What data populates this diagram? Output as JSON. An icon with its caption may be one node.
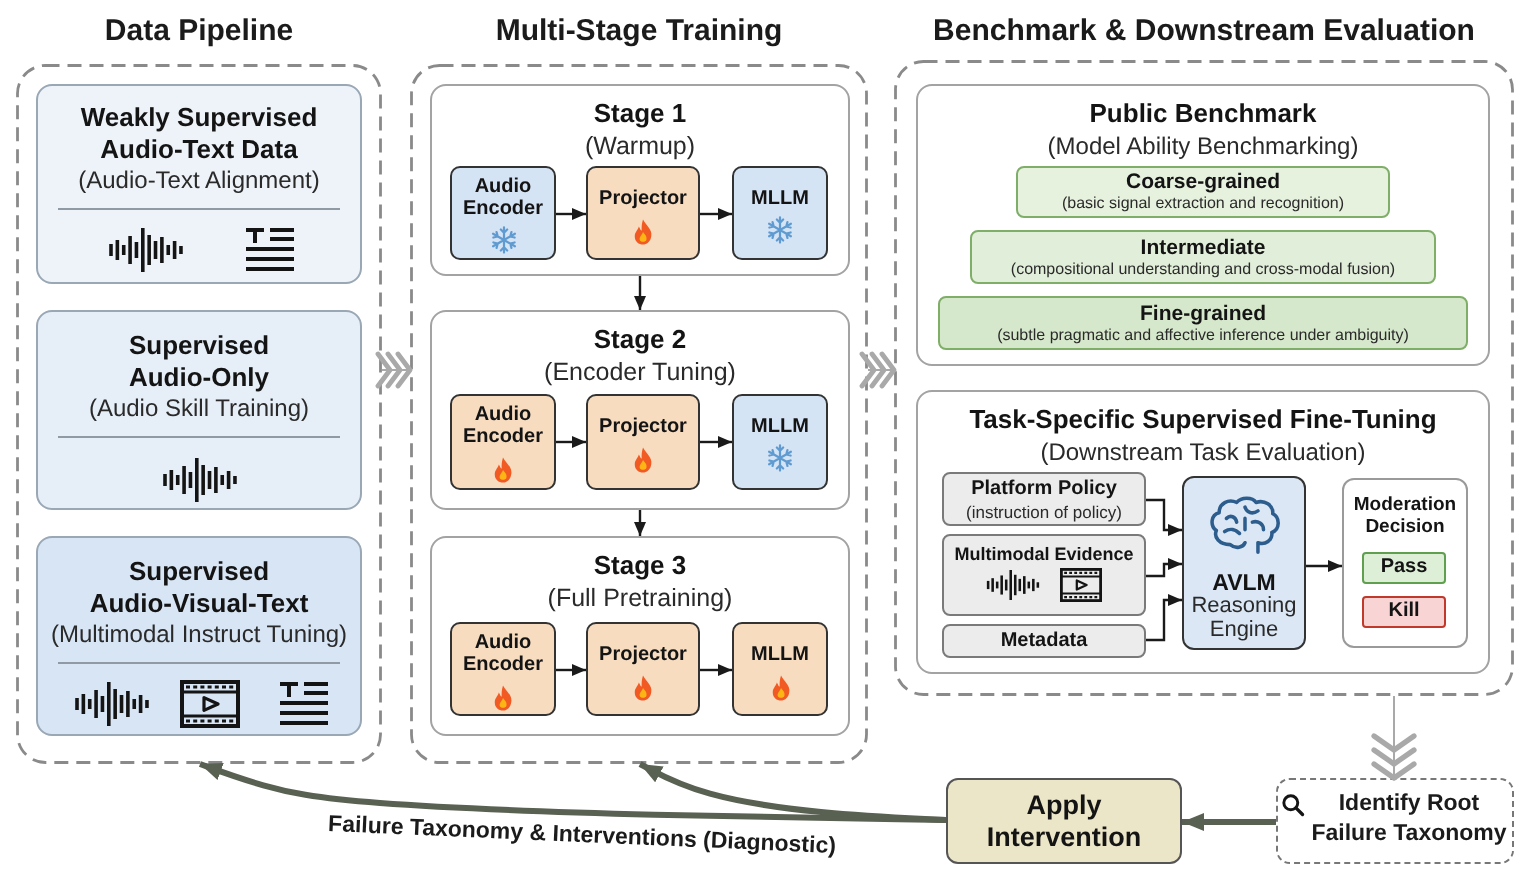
{
  "diagram": {
    "nodes": [
      {
        "text": [
          "Data Pipeline"
        ]
      },
      {
        "text": [
          "Weakly Supervised Audio-Text Data",
          "(Audio-Text Alignment)"
        ],
        "in": 0
      },
      {
        "text": [
          "Supervised Audio-Only",
          "(Audio Skill Training)"
        ],
        "in": 0
      },
      {
        "text": [
          "Supervised Audio-Visual-Text",
          "(Multimodal Instruct Tuning)"
        ],
        "in": 0
      },
      {
        "text": [
          "Multi-Stage Training"
        ]
      },
      {
        "text": [
          "Stage 1",
          "(Warmup)"
        ],
        "in": 4
      },
      {
        "text": [
          "Audio Encoder"
        ],
        "in": 5
      },
      {
        "text": [
          "Projector"
        ],
        "in": 5
      },
      {
        "text": [
          "MLLM"
        ],
        "in": 5
      },
      {
        "text": [
          "Stage 2",
          "(Encoder Tuning)"
        ],
        "in": 4
      },
      {
        "text": [
          "Audio Encoder"
        ],
        "in": 9
      },
      {
        "text": [
          "Projector"
        ],
        "in": 9
      },
      {
        "text": [
          "MLLM"
        ],
        "in": 9
      },
      {
        "text": [
          "Stage 3",
          "(Full Pretraining)"
        ],
        "in": 4
      },
      {
        "text": [
          "Audio Encoder"
        ],
        "in": 13
      },
      {
        "text": [
          "Projector"
        ],
        "in": 13
      },
      {
        "text": [
          "MLLM"
        ],
        "in": 13
      },
      {
        "text": [
          "Benchmark & Downstream Evaluation"
        ]
      },
      {
        "text": [
          "Public Benchmark",
          "(Model Ability Benchmarking)"
        ],
        "in": 17
      },
      {
        "text": [
          "Coarse-grained",
          "(basic signal extraction and recognition)"
        ],
        "in": 18
      },
      {
        "text": [
          "Intermediate",
          "(compositional understanding and cross-modal fusion)"
        ],
        "in": 18
      },
      {
        "text": [
          "Fine-grained",
          "(subtle pragmatic and affective inference under ambiguity)"
        ],
        "in": 18
      },
      {
        "text": [
          "Task-Specific Supervised Fine-Tuning",
          "(Downstream Task Evaluation)"
        ],
        "in": 17
      },
      {
        "text": [
          "Platform Policy",
          "(instruction of policy)"
        ],
        "in": 22
      },
      {
        "text": [
          "Multimodal Evidence"
        ],
        "in": 22
      },
      {
        "text": [
          "Metadata"
        ],
        "in": 22
      },
      {
        "text": [
          "AVLM",
          "Reasoning Engine"
        ],
        "in": 22
      },
      {
        "text": [
          "Moderation Decision"
        ],
        "in": 22
      },
      {
        "text": [
          "Pass"
        ],
        "in": 27
      },
      {
        "text": [
          "Kill"
        ],
        "in": 27
      },
      {
        "text": [
          "Apply Intervention"
        ]
      },
      {
        "text": [
          "Identify Root Failure Taxonomy"
        ]
      }
    ],
    "edges": [
      {
        "from": 0,
        "to": 4,
        "arrow": "to",
        "color": "#a9a9a9"
      },
      {
        "from": 4,
        "to": 17,
        "arrow": "to",
        "color": "#a9a9a9"
      },
      {
        "from": 6,
        "to": 7,
        "arrow": "to"
      },
      {
        "from": 7,
        "to": 8,
        "arrow": "to"
      },
      {
        "from": 5,
        "to": 9,
        "arrow": "to"
      },
      {
        "from": 10,
        "to": 11,
        "arrow": "to"
      },
      {
        "from": 11,
        "to": 12,
        "arrow": "to"
      },
      {
        "from": 9,
        "to": 13,
        "arrow": "to"
      },
      {
        "from": 14,
        "to": 15,
        "arrow": "to"
      },
      {
        "from": 15,
        "to": 16,
        "arrow": "to"
      },
      {
        "from": 23,
        "to": 26,
        "arrow": "to"
      },
      {
        "from": 24,
        "to": 26,
        "arrow": "to"
      },
      {
        "from": 25,
        "to": 26,
        "arrow": "to"
      },
      {
        "from": 26,
        "to": 27,
        "arrow": "to"
      },
      {
        "from": 17,
        "to": 31,
        "arrow": "to",
        "color": "#a9a9a9"
      },
      {
        "from": 31,
        "to": 30,
        "arrow": "to",
        "style": "thick",
        "color": "#596152"
      },
      {
        "from": 30,
        "to": 0,
        "arrow": "to",
        "label": "Failure Taxonomy & Interventions (Diagnostic)",
        "style": "thick",
        "color": "#596152"
      },
      {
        "from": 30,
        "to": 4,
        "arrow": "to",
        "style": "thick",
        "color": "#596152"
      }
    ]
  }
}
